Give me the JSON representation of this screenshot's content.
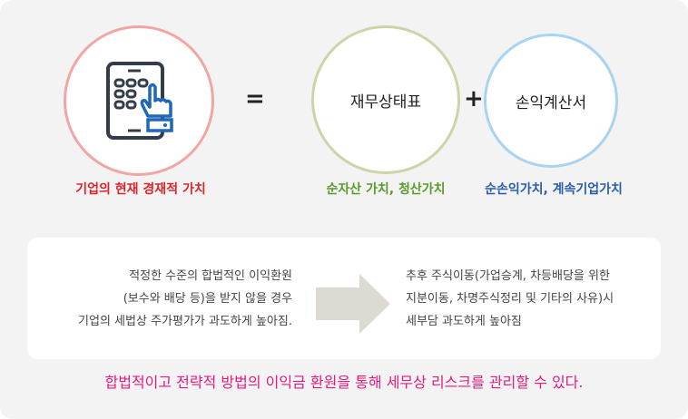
{
  "circles": [
    {
      "icon": "tablet-touch-icon",
      "label": "기업의 현재 경재적 가치",
      "label_color": "#d9262d"
    },
    {
      "title": "재무상태표",
      "label": "순자산 가치, 청산가치",
      "label_color": "#5a9a2a"
    },
    {
      "title": "손익계산서",
      "label": "순손익가치, 계속기업가치",
      "label_color": "#2a5ea8"
    }
  ],
  "operators": {
    "equals": "=",
    "plus": "+"
  },
  "box": {
    "left_lines": [
      "적정한 수준의 합법적인 이익환원",
      "(보수와 배당 등)을 받지 않을 경우",
      "기업의 세법상 주가평가가 과도하게 높아짐."
    ],
    "right_lines": [
      "추후 주식이동(가업승계, 차등배당을 위한",
      "지분이동, 차명주식정리 및 기타의 사유)시",
      "세부담 과도하게 높아짐"
    ]
  },
  "conclusion": "합법적이고 전략적 방법의 이익금 환원을 통해 세무상 리스크를 관리할 수 있다."
}
